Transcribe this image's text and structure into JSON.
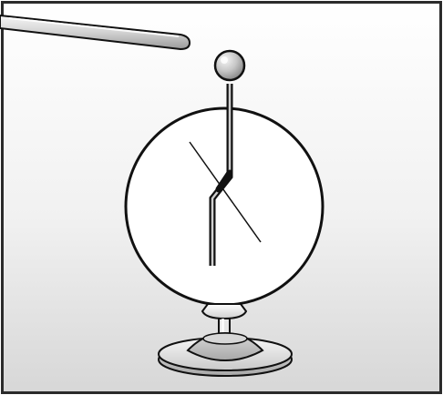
{
  "figure": {
    "kind": "electroscope-illustration",
    "elements": [
      "charged-rod",
      "metal-knob",
      "metal-rod",
      "glass-jar",
      "pointer-needle",
      "stand"
    ],
    "colors": {
      "border": "#2b2b2b",
      "background_top": "#ffffff",
      "background_bottom": "#d9d9d9",
      "outline": "#111111",
      "metal_light": "#e6e6e6",
      "metal_mid": "#bdbdbd",
      "metal_dark": "#8e8e8e"
    }
  }
}
